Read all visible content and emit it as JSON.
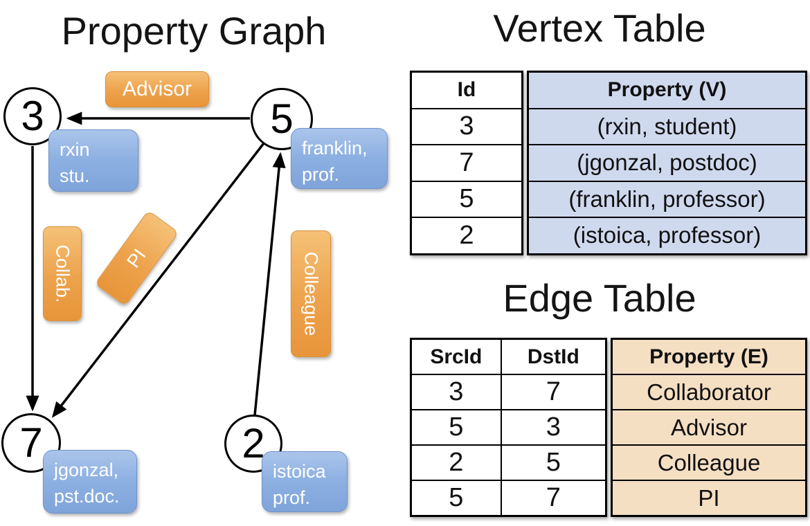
{
  "slide": {
    "graph_title": "Property Graph",
    "vertex_table_title": "Vertex Table",
    "edge_table_title": "Edge Table"
  },
  "graph": {
    "nodes": [
      {
        "id": "3",
        "property_line1": "rxin",
        "property_line2": "stu."
      },
      {
        "id": "5",
        "property_line1": "franklin,",
        "property_line2": "prof."
      },
      {
        "id": "7",
        "property_line1": "jgonzal,",
        "property_line2": "pst.doc."
      },
      {
        "id": "2",
        "property_line1": "istoica",
        "property_line2": "prof."
      }
    ],
    "edges": [
      {
        "label": "Advisor",
        "src": "5",
        "dst": "3"
      },
      {
        "label": "Collab.",
        "src": "3",
        "dst": "7"
      },
      {
        "label": "PI",
        "src": "5",
        "dst": "7"
      },
      {
        "label": "Colleague",
        "src": "2",
        "dst": "5"
      }
    ]
  },
  "vertex_table": {
    "columns": [
      "Id",
      "Property (V)"
    ],
    "rows": [
      [
        "3",
        "(rxin, student)"
      ],
      [
        "7",
        "(jgonzal, postdoc)"
      ],
      [
        "5",
        "(franklin, professor)"
      ],
      [
        "2",
        "(istoica, professor)"
      ]
    ]
  },
  "edge_table": {
    "columns": [
      "SrcId",
      "DstId",
      "Property (E)"
    ],
    "rows": [
      [
        "3",
        "7",
        "Collaborator"
      ],
      [
        "5",
        "3",
        "Advisor"
      ],
      [
        "2",
        "5",
        "Colleague"
      ],
      [
        "5",
        "7",
        "PI"
      ]
    ]
  },
  "colors": {
    "edge_label_orange": "#eda24c",
    "vertex_label_blue": "#8db0e2",
    "vertex_table_fill": "#cfd9ee",
    "edge_table_fill": "#f5dfc3",
    "line_color": "#000000"
  }
}
